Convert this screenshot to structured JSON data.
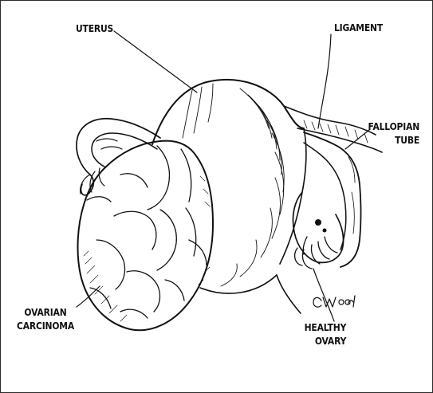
{
  "labels": {
    "uterus": "UTERUS",
    "ligament": "LIGAMENT",
    "fallopian_tube": [
      "FALLOPIAN",
      "TUBE"
    ],
    "ovarian_carcinoma": [
      "OVARIAN",
      "CARCINOMA"
    ],
    "healthy_ovary": [
      "HEALTHY",
      "OVARY"
    ]
  },
  "signature": "C.Wood",
  "colors": {
    "ink": "#111111",
    "background": "#ffffff"
  }
}
